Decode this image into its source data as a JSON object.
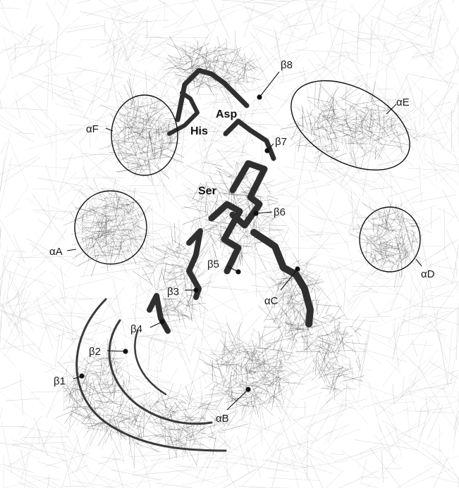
{
  "figure": {
    "residues": {
      "ser": "Ser",
      "his": "His",
      "asp": "Asp"
    },
    "helices": {
      "alpha_a": "αA",
      "alpha_b": "αB",
      "alpha_c": "αC",
      "alpha_d": "αD",
      "alpha_e": "αE",
      "alpha_f": "αF"
    },
    "strands": {
      "beta1": "β1",
      "beta2": "β2",
      "beta3": "β3",
      "beta4": "β4",
      "beta5": "β5",
      "beta6": "β6",
      "beta7": "β7",
      "beta8": "β8"
    },
    "colors": {
      "ink": "#1a1a1a",
      "background_lines": "#9a9a9a",
      "dense_strokes": "#3a3a3a"
    }
  }
}
